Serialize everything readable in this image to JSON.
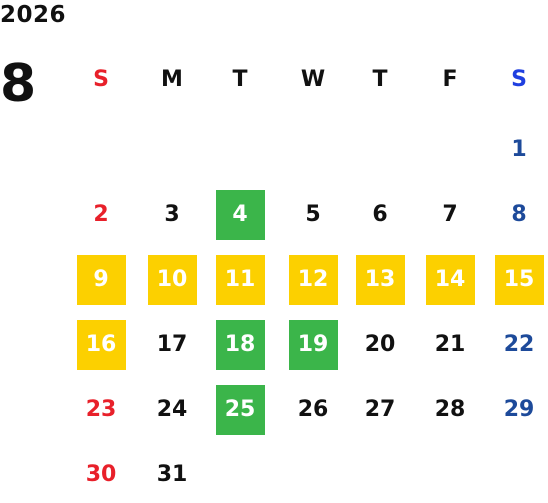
{
  "calendar": {
    "year": "2026",
    "month": "8",
    "weekdays": [
      "S",
      "M",
      "T",
      "W",
      "T",
      "F",
      "S"
    ],
    "colors": {
      "sunday": "#e8202a",
      "saturday_header": "#1f3fe0",
      "saturday_day": "#1d4a9a",
      "text": "#111111",
      "highlight_yellow": "#fcd000",
      "highlight_green": "#3bb54a"
    },
    "weeks": [
      [
        null,
        null,
        null,
        null,
        null,
        null,
        {
          "day": "1"
        }
      ],
      [
        {
          "day": "2"
        },
        {
          "day": "3"
        },
        {
          "day": "4",
          "highlight": "green"
        },
        {
          "day": "5"
        },
        {
          "day": "6"
        },
        {
          "day": "7"
        },
        {
          "day": "8"
        }
      ],
      [
        {
          "day": "9",
          "highlight": "yellow"
        },
        {
          "day": "10",
          "highlight": "yellow"
        },
        {
          "day": "11",
          "highlight": "yellow"
        },
        {
          "day": "12",
          "highlight": "yellow"
        },
        {
          "day": "13",
          "highlight": "yellow"
        },
        {
          "day": "14",
          "highlight": "yellow"
        },
        {
          "day": "15",
          "highlight": "yellow"
        }
      ],
      [
        {
          "day": "16",
          "highlight": "yellow"
        },
        {
          "day": "17"
        },
        {
          "day": "18",
          "highlight": "green"
        },
        {
          "day": "19",
          "highlight": "green"
        },
        {
          "day": "20"
        },
        {
          "day": "21"
        },
        {
          "day": "22"
        }
      ],
      [
        {
          "day": "23"
        },
        {
          "day": "24"
        },
        {
          "day": "25",
          "highlight": "green"
        },
        {
          "day": "26"
        },
        {
          "day": "27"
        },
        {
          "day": "28"
        },
        {
          "day": "29"
        }
      ],
      [
        {
          "day": "30"
        },
        {
          "day": "31"
        },
        null,
        null,
        null,
        null,
        null
      ]
    ]
  }
}
